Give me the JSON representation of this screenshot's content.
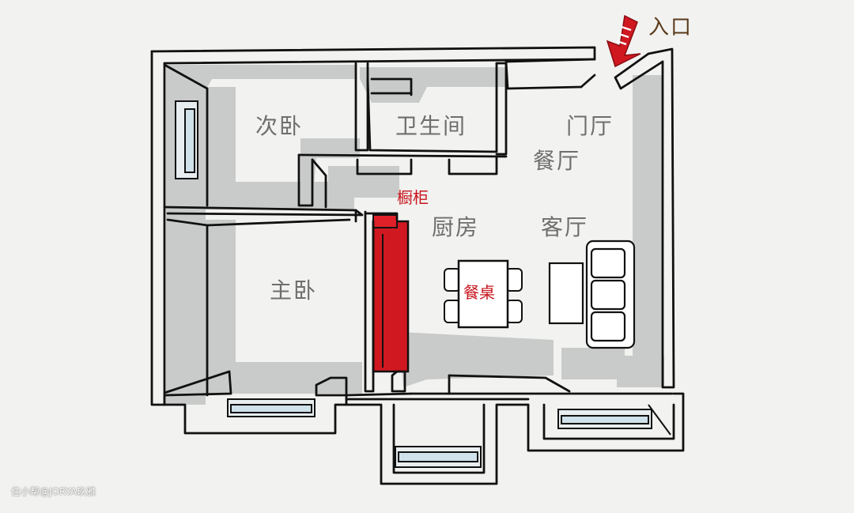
{
  "rooms": {
    "second_bedroom": "次卧",
    "bathroom": "卫生间",
    "foyer": "门厅",
    "dining_room": "餐厅",
    "kitchen": "厨房",
    "living_room": "客厅",
    "master_bedroom": "主卧"
  },
  "annotations": {
    "cabinet": "橱柜",
    "dining_table": "餐桌",
    "entrance": "入口"
  },
  "watermark": "住小帮@JORYA玖雅",
  "colors": {
    "background": "#f2f2f0",
    "wall_shadow": "#c9cbca",
    "line": "#111111",
    "accent_red": "#d01820",
    "window": "#cfe1ea"
  }
}
